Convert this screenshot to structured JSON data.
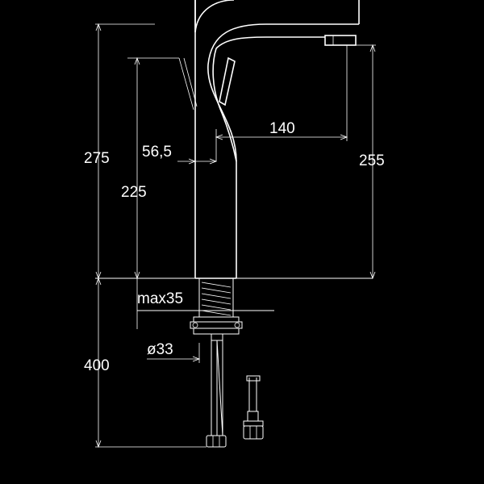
{
  "colors": {
    "background": "#000000",
    "line": "#ffffff"
  },
  "dimensions": {
    "total_height": "275",
    "lever_height": "225",
    "spout_reach": "140",
    "spout_height": "255",
    "offset": "56,5",
    "max_deck": "max35",
    "hole_diameter": "ø33",
    "hose_length": "400"
  }
}
